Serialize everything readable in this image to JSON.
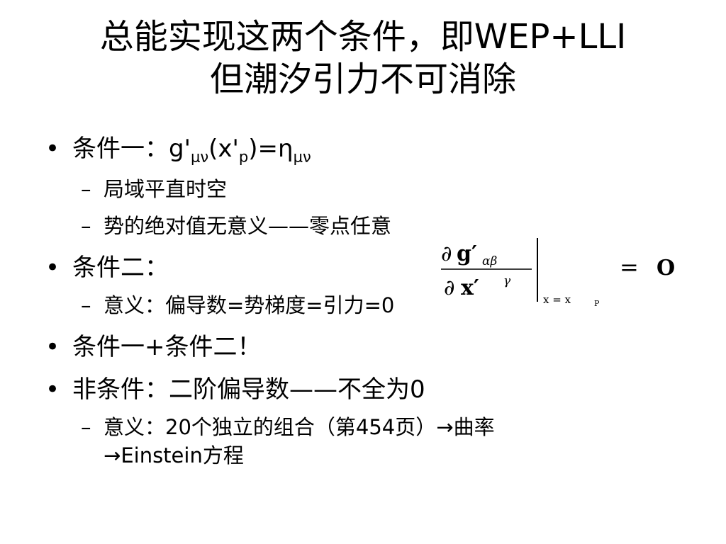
{
  "title": {
    "line1": "总能实现这两个条件，即WEP+LLI",
    "line2": "但潮汐引力不可消除"
  },
  "bullets": {
    "b1": {
      "prefix": "条件一：g'",
      "sub1": "μν",
      "mid": "(x'",
      "sub2": "p",
      "mid2": ")=η",
      "sub3": "μν"
    },
    "b1_sub1": "局域平直时空",
    "b1_sub2": "势的绝对值无意义——零点任意",
    "b2": "条件二：",
    "b2_sub1": "意义：偏导数=势梯度=引力=0",
    "b3": "条件一+条件二！",
    "b4": "非条件：二阶偏导数——不全为0",
    "b4_sub1_line1": "意义：20个独立的组合（第454页）",
    "b4_sub1_arrow1": "→",
    "b4_sub1_line1_end": "曲率",
    "b4_sub1_arrow2": "→",
    "b4_sub1_line2": "Einstein方程"
  },
  "formula": {
    "partial": "∂",
    "g": "g′",
    "g_sub": "αβ",
    "x": "x′",
    "x_sup": "γ",
    "eval_at": "x = x",
    "eval_sub": "P",
    "equals": "=",
    "zero": "O"
  },
  "icons": {
    "bullet": "•",
    "dash": "–"
  }
}
